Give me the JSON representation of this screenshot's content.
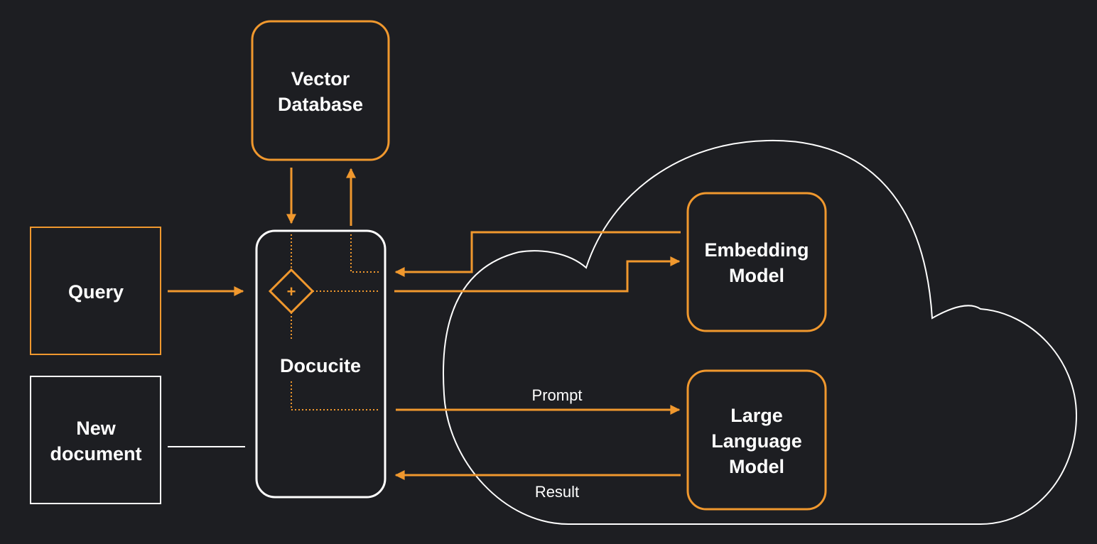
{
  "colors": {
    "background": "#1d1e22",
    "accent": "#f0982e",
    "outline": "#ffffff",
    "text": "#ffffff"
  },
  "nodes": {
    "vector_database": [
      "Vector",
      "Database"
    ],
    "query": [
      "Query"
    ],
    "new_document": [
      "New",
      "document"
    ],
    "docucite": [
      "Docucite"
    ],
    "embedding_model": [
      "Embedding",
      "Model"
    ],
    "large_language_model": [
      "Large",
      "Language",
      "Model"
    ]
  },
  "edges": {
    "prompt": "Prompt",
    "result": "Result"
  },
  "gateway_symbol": "+",
  "icons": {
    "gateway": "parallel-gateway-icon",
    "cloud": "cloud-icon"
  }
}
